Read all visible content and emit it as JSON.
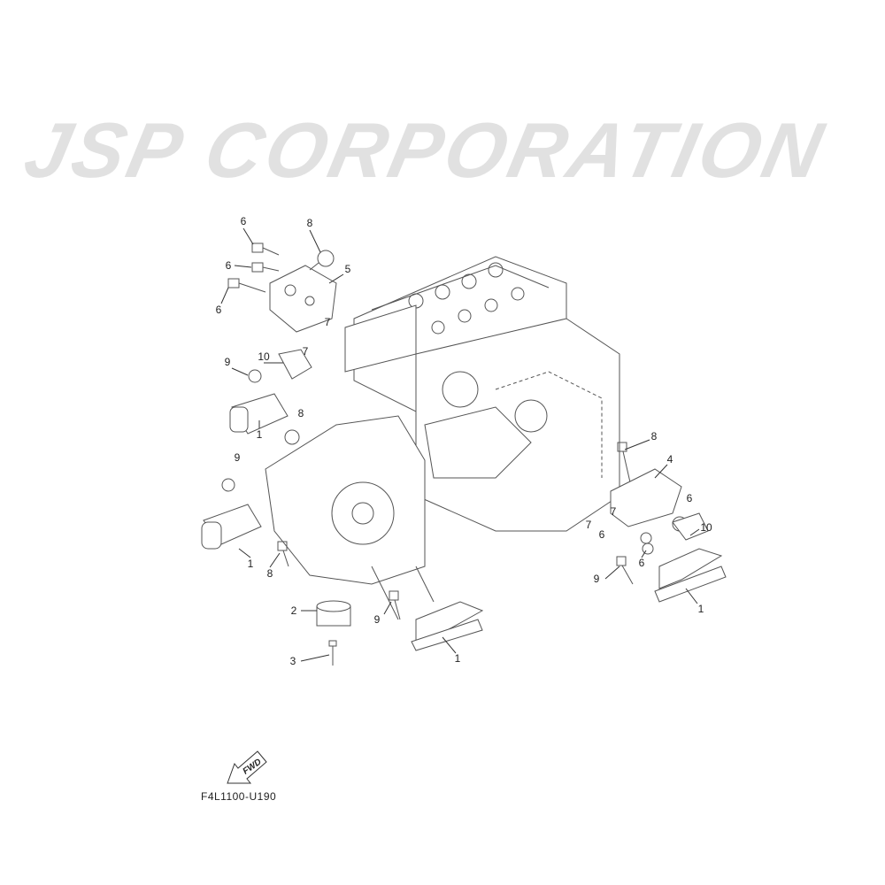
{
  "diagram": {
    "watermark": "JSP CORPORATION",
    "drawing_code": "F4L1100-U190",
    "direction_label": "FWD",
    "callouts": [
      "6",
      "8",
      "6",
      "5",
      "6",
      "7",
      "7",
      "9",
      "10",
      "1",
      "8",
      "9",
      "1",
      "8",
      "2",
      "9",
      "3",
      "1",
      "8",
      "4",
      "6",
      "7",
      "7",
      "6",
      "10",
      "6",
      "9",
      "1"
    ]
  }
}
